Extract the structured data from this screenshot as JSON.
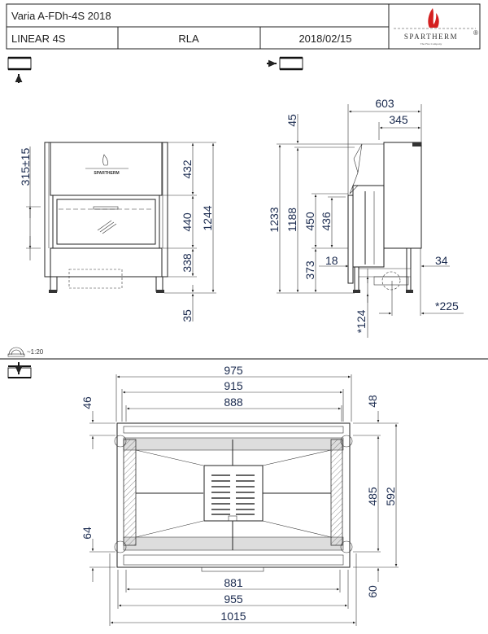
{
  "header": {
    "title": "Varia A-FDh-4S 2018",
    "model": "LINEAR 4S",
    "variant": "RLA",
    "date": "2018/02/15",
    "logo_text": "SPARTHERM",
    "logo_registered": "®",
    "logo_tagline": "The Fire Company",
    "logo_color": "#d42020"
  },
  "front_view": {
    "view_icon": "front-view-icon",
    "brand_plate": "SPARTHERM",
    "dims": {
      "d315": "315±15",
      "d432": "432",
      "d440": "440",
      "d338": "338",
      "d35": "35",
      "d1244": "1244"
    }
  },
  "side_view": {
    "view_icon": "side-view-icon",
    "dims": {
      "d603": "603",
      "d345": "345",
      "d45": "45",
      "d1233": "1233",
      "d1188": "1188",
      "d450": "450",
      "d436": "436",
      "d18": "18",
      "d34": "34",
      "d373": "373",
      "d124": "*124",
      "d225": "*225"
    }
  },
  "scale": {
    "icon": "scale-ruler-icon",
    "label": "~1:20"
  },
  "plan_view": {
    "view_icon": "top-section-view-icon",
    "dims": {
      "d975": "975",
      "d915": "915",
      "d888": "888",
      "d46": "46",
      "d48": "48",
      "d485": "485",
      "d592": "592",
      "d64": "64",
      "d60": "60",
      "d881": "881",
      "d955": "955",
      "d1015": "1015"
    }
  }
}
